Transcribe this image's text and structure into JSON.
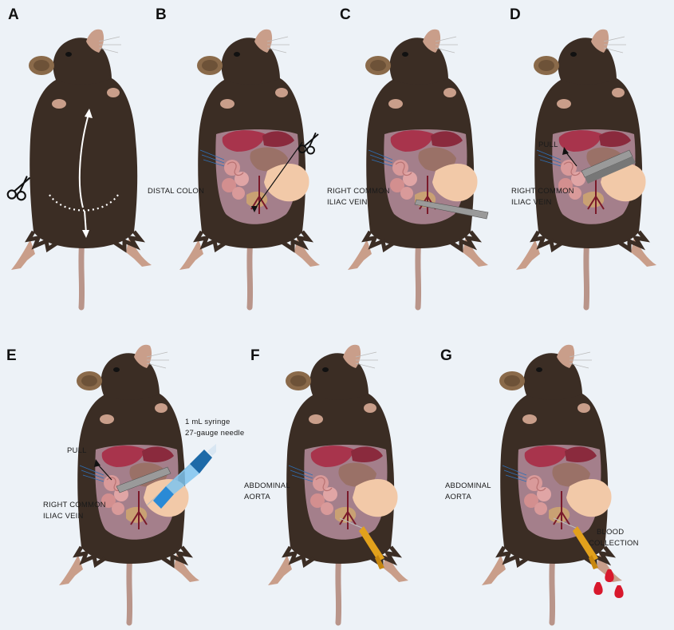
{
  "panels": [
    {
      "letter": "A"
    },
    {
      "letter": "B",
      "labels": {
        "distal_colon": "DISTAL COLON"
      }
    },
    {
      "letter": "C",
      "labels": {
        "vein_line1": "RIGHT COMMON",
        "vein_line2": "ILIAC VEIN"
      }
    },
    {
      "letter": "D",
      "labels": {
        "pull": "PULL",
        "vein_line1": "RIGHT COMMON",
        "vein_line2": "ILIAC VEIN"
      }
    },
    {
      "letter": "E",
      "labels": {
        "pull": "PULL",
        "vein_line1": "RIGHT COMMON",
        "vein_line2": "ILIAC VEIN",
        "syringe_line1": "1 mL syringe",
        "syringe_line2": "27-gauge needle"
      }
    },
    {
      "letter": "F",
      "labels": {
        "aorta_line1": "ABDOMINAL",
        "aorta_line2": "AORTA"
      }
    },
    {
      "letter": "G",
      "labels": {
        "aorta_line1": "ABDOMINAL",
        "aorta_line2": "AORTA",
        "blood_line1": "BLOOD",
        "blood_line2": "COLLECTION"
      }
    }
  ],
  "colors": {
    "background": "#edf2f7",
    "fur": "#3b2d24",
    "skin": "#c99e8a",
    "tail": "#b9958a",
    "cavity": "#a47f8b",
    "liver": "#a8344c",
    "stomach": "#9a7167",
    "intestine": "#d99a9a",
    "cecum": "#f2c9a8",
    "blood": "#d8182c",
    "syringe": "#2a8ad6",
    "needle_handle": "#e2a11c",
    "pins": "#2e6fb5"
  },
  "icons": [
    "scissors-icon",
    "syringe-icon",
    "blood-drop-icon",
    "mouse-illustration",
    "retractor-icon",
    "needle-icon"
  ]
}
